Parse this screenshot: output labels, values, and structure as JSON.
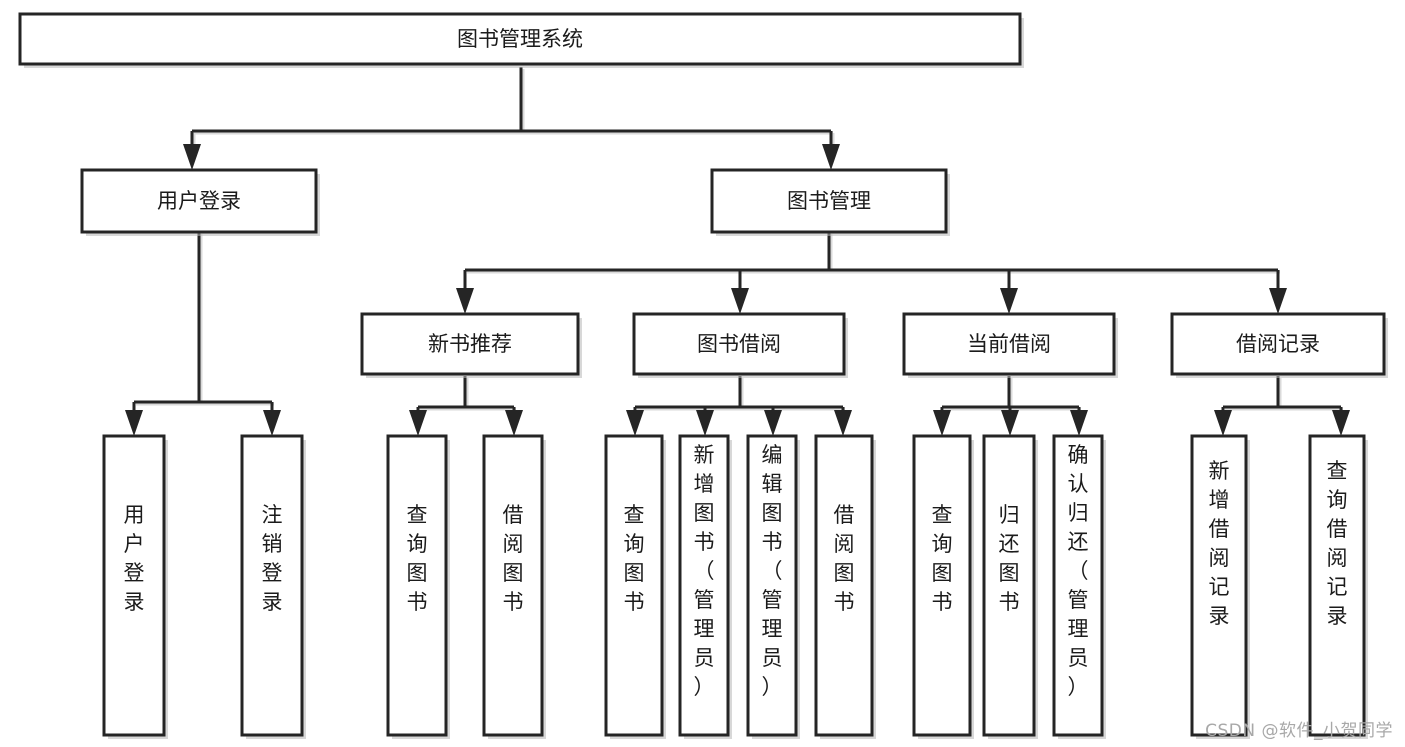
{
  "diagram": {
    "type": "tree-hierarchy",
    "title": "图书管理系统",
    "orientation": "top-down",
    "watermark": "CSDN @软件_小贺同学",
    "colors": {
      "box_stroke": "#252525",
      "box_fill": "#ffffff",
      "connector": "#252525",
      "text": "#1b1b1b",
      "watermark": "#a8a8a8",
      "background": "#ffffff"
    },
    "levels": 4,
    "root": {
      "id": "root",
      "label": "图书管理系统",
      "level": 0,
      "orientation": "horizontal"
    },
    "level1": [
      {
        "id": "user-login",
        "label": "用户登录",
        "level": 1,
        "orientation": "horizontal",
        "child_count": 2
      },
      {
        "id": "book-manage",
        "label": "图书管理",
        "level": 1,
        "orientation": "horizontal",
        "child_count": 4
      }
    ],
    "level2": [
      {
        "id": "new-book-recommend",
        "label": "新书推荐",
        "level": 2,
        "orientation": "horizontal",
        "parent": "book-manage",
        "child_count": 2
      },
      {
        "id": "book-borrow",
        "label": "图书借阅",
        "level": 2,
        "orientation": "horizontal",
        "parent": "book-manage",
        "child_count": 4
      },
      {
        "id": "current-borrow",
        "label": "当前借阅",
        "level": 2,
        "orientation": "horizontal",
        "parent": "book-manage",
        "child_count": 3
      },
      {
        "id": "borrow-record",
        "label": "借阅记录",
        "level": 2,
        "orientation": "horizontal",
        "parent": "book-manage",
        "child_count": 2
      }
    ],
    "leaves": [
      {
        "id": "leaf-user-login",
        "label": "用户登录",
        "chars": [
          "用",
          "户",
          "登",
          "录"
        ],
        "parent": "user-login",
        "orientation": "vertical"
      },
      {
        "id": "leaf-user-logout",
        "label": "注销登录",
        "chars": [
          "注",
          "销",
          "登",
          "录"
        ],
        "parent": "user-login",
        "orientation": "vertical"
      },
      {
        "id": "leaf-query-book-1",
        "label": "查询图书",
        "chars": [
          "查",
          "询",
          "图",
          "书"
        ],
        "parent": "new-book-recommend",
        "orientation": "vertical"
      },
      {
        "id": "leaf-borrow-book-1",
        "label": "借阅图书",
        "chars": [
          "借",
          "阅",
          "图",
          "书"
        ],
        "parent": "new-book-recommend",
        "orientation": "vertical"
      },
      {
        "id": "leaf-query-book-2",
        "label": "查询图书",
        "chars": [
          "查",
          "询",
          "图",
          "书"
        ],
        "parent": "book-borrow",
        "orientation": "vertical"
      },
      {
        "id": "leaf-add-book-admin",
        "label": "新增图书（管理员）",
        "chars": [
          "新",
          "增",
          "图",
          "书",
          "（",
          "管",
          "理",
          "员",
          "）"
        ],
        "parent": "book-borrow",
        "orientation": "vertical"
      },
      {
        "id": "leaf-edit-book-admin",
        "label": "编辑图书（管理员）",
        "chars": [
          "编",
          "辑",
          "图",
          "书",
          "（",
          "管",
          "理",
          "员",
          "）"
        ],
        "parent": "book-borrow",
        "orientation": "vertical"
      },
      {
        "id": "leaf-borrow-book-2",
        "label": "借阅图书",
        "chars": [
          "借",
          "阅",
          "图",
          "书"
        ],
        "parent": "book-borrow",
        "orientation": "vertical"
      },
      {
        "id": "leaf-query-book-3",
        "label": "查询图书",
        "chars": [
          "查",
          "询",
          "图",
          "书"
        ],
        "parent": "current-borrow",
        "orientation": "vertical"
      },
      {
        "id": "leaf-return-book",
        "label": "归还图书",
        "chars": [
          "归",
          "还",
          "图",
          "书"
        ],
        "parent": "current-borrow",
        "orientation": "vertical"
      },
      {
        "id": "leaf-confirm-return-admin",
        "label": "确认归还（管理员）",
        "chars": [
          "确",
          "认",
          "归",
          "还",
          "（",
          "管",
          "理",
          "员",
          "）"
        ],
        "parent": "current-borrow",
        "orientation": "vertical"
      },
      {
        "id": "leaf-add-borrow-record",
        "label": "新增借阅记录",
        "chars": [
          "新",
          "增",
          "借",
          "阅",
          "记",
          "录"
        ],
        "parent": "borrow-record",
        "orientation": "vertical"
      },
      {
        "id": "leaf-query-borrow-record",
        "label": "查询借阅记录",
        "chars": [
          "查",
          "询",
          "借",
          "阅",
          "记",
          "录"
        ],
        "parent": "borrow-record",
        "orientation": "vertical"
      }
    ]
  }
}
